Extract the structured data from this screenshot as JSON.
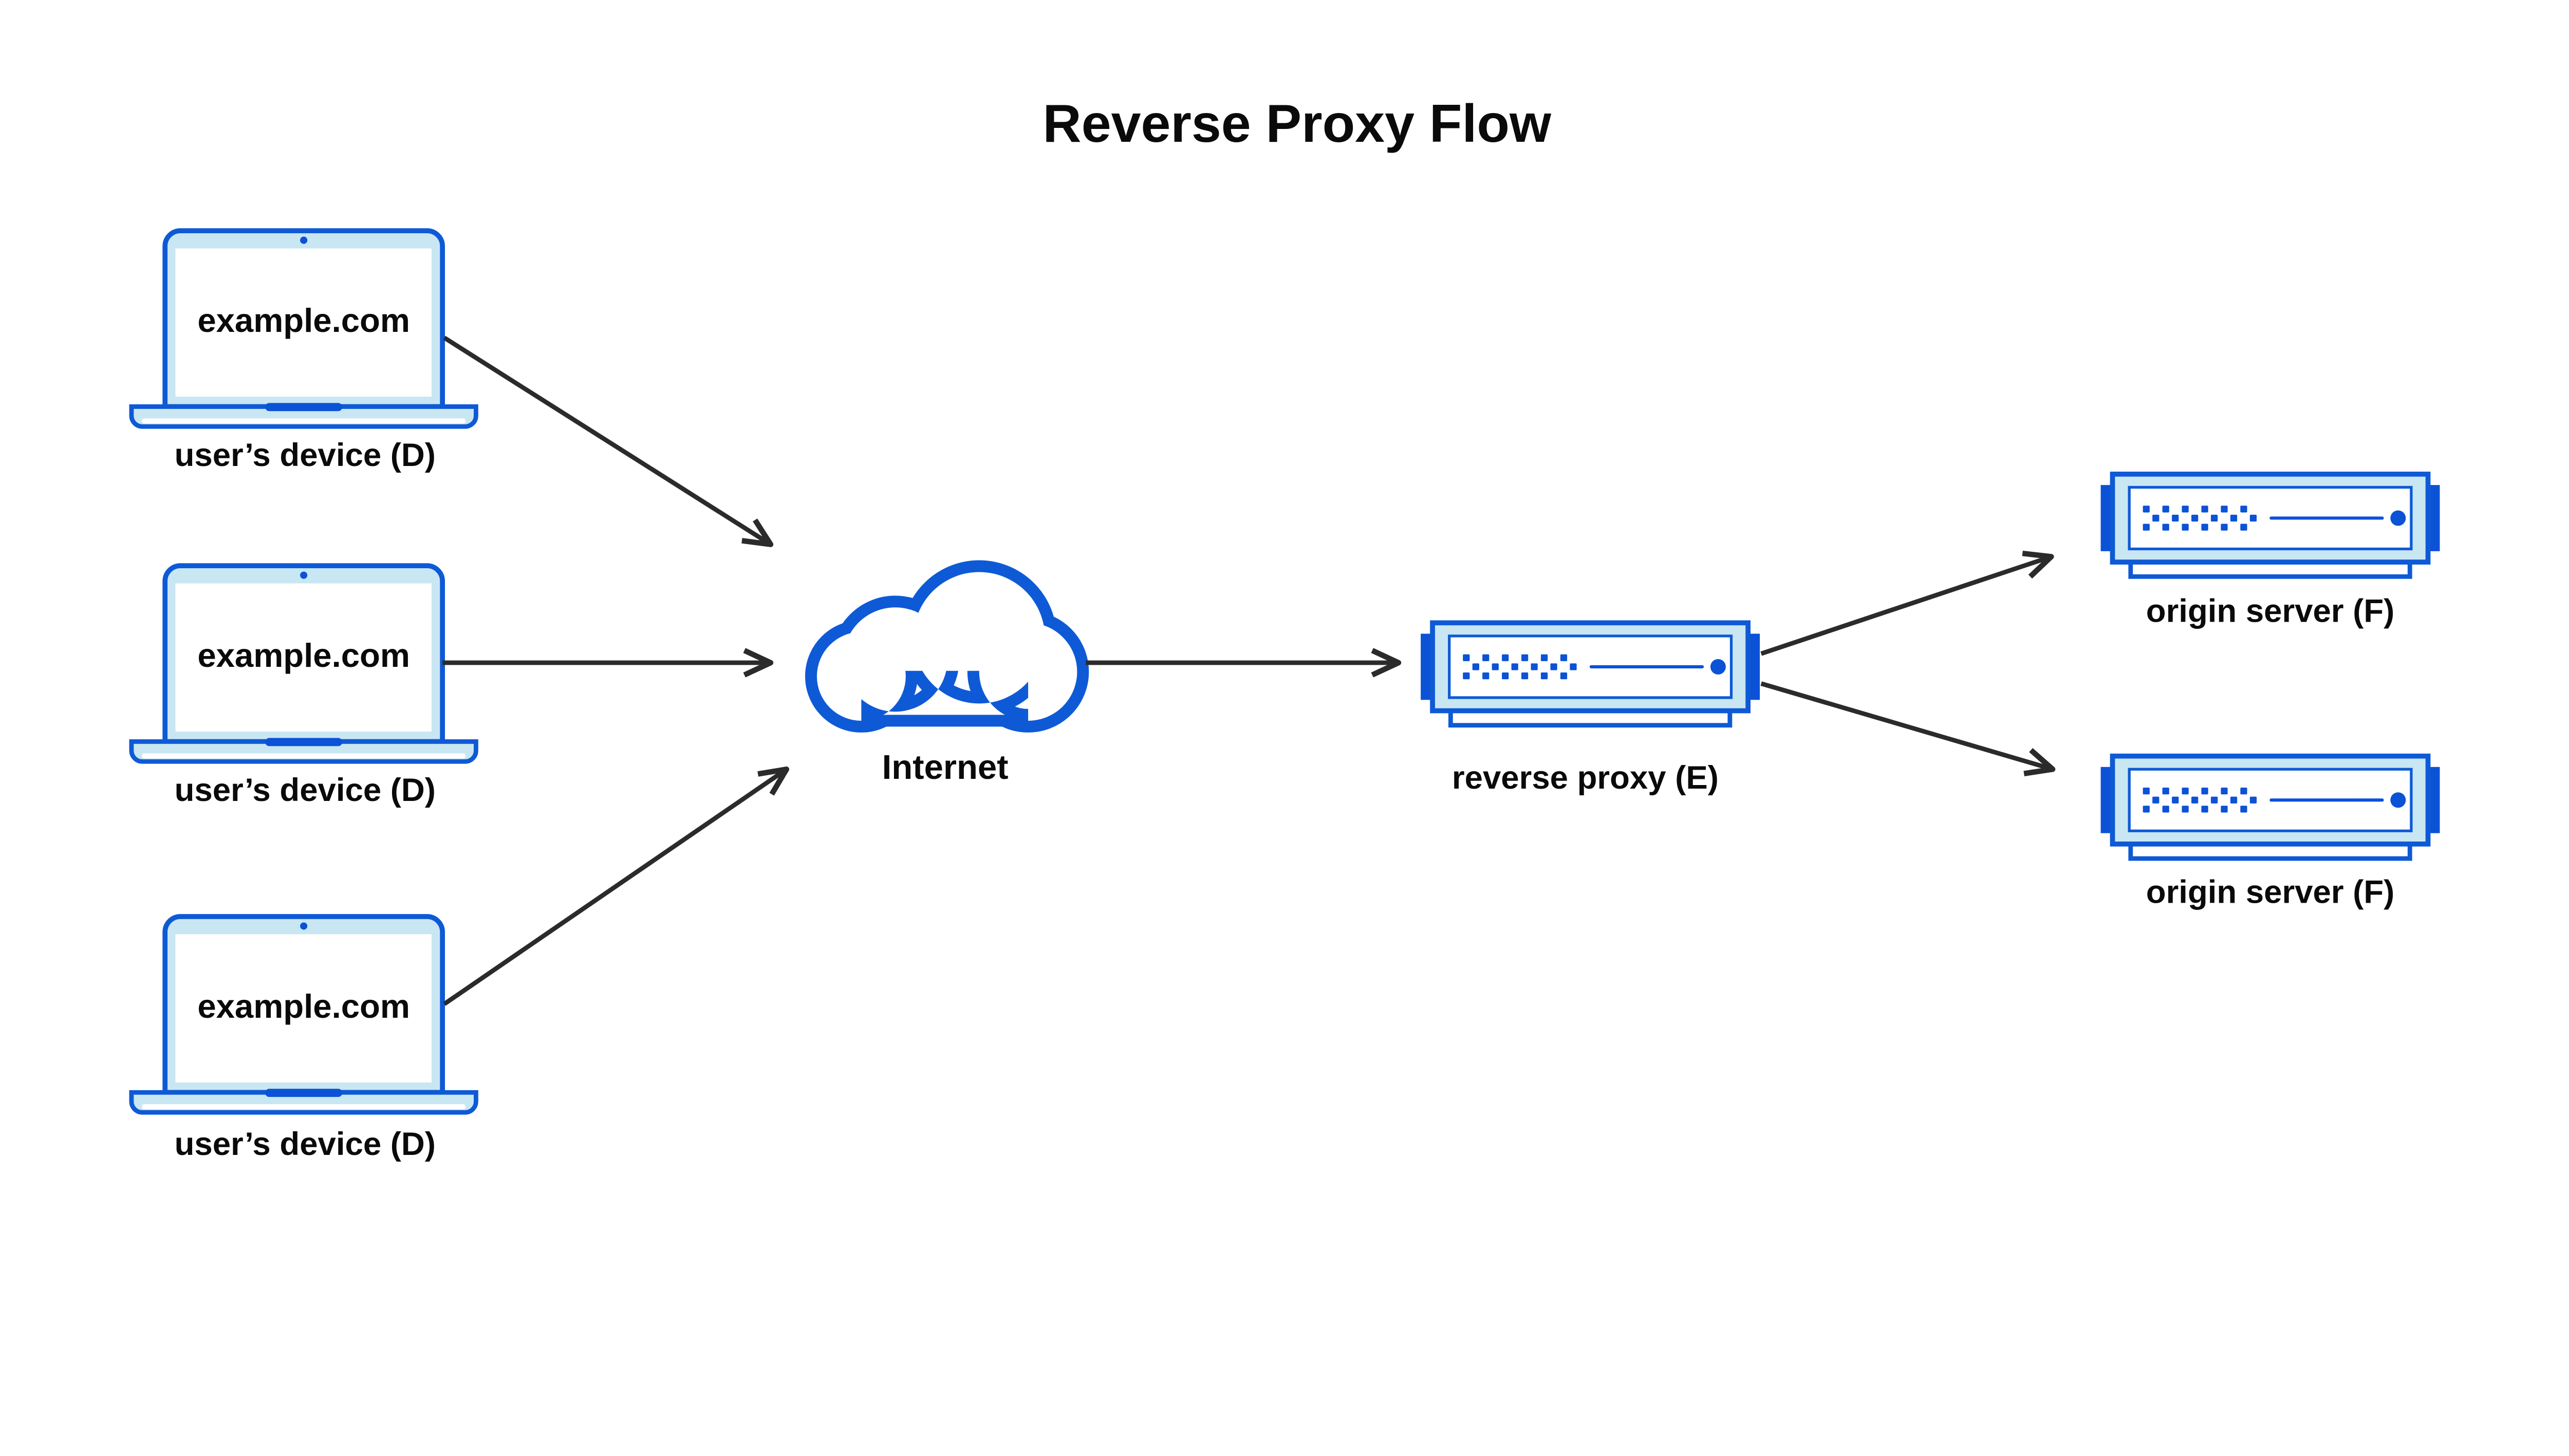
{
  "title": "Reverse Proxy Flow",
  "colors": {
    "line_blue": "#0e5ad6",
    "accent_blue": "#0b52d6",
    "light_blue": "#c9e6f3",
    "arrow_dark": "#2b2b2b",
    "text_black": "#0a0a0a",
    "background": "#ffffff"
  },
  "user_devices": [
    {
      "screen_text": "example.com",
      "label": "user’s device (D)"
    },
    {
      "screen_text": "example.com",
      "label": "user’s device (D)"
    },
    {
      "screen_text": "example.com",
      "label": "user’s device (D)"
    }
  ],
  "internet": {
    "label": "Internet"
  },
  "reverse_proxy": {
    "label": "reverse proxy (E)"
  },
  "origin_servers": [
    {
      "label": "origin server (F)"
    },
    {
      "label": "origin server (F)"
    }
  ],
  "icons": {
    "user_device": "laptop-icon",
    "internet": "cloud-icon",
    "reverse_proxy": "server-icon",
    "origin_server": "server-icon"
  },
  "connections": [
    {
      "from": "user’s device (D) [top]",
      "to": "Internet"
    },
    {
      "from": "user’s device (D) [middle]",
      "to": "Internet"
    },
    {
      "from": "user’s device (D) [bottom]",
      "to": "Internet"
    },
    {
      "from": "Internet",
      "to": "reverse proxy (E)"
    },
    {
      "from": "reverse proxy (E)",
      "to": "origin server (F) [top]"
    },
    {
      "from": "reverse proxy (E)",
      "to": "origin server (F) [bottom]"
    }
  ]
}
